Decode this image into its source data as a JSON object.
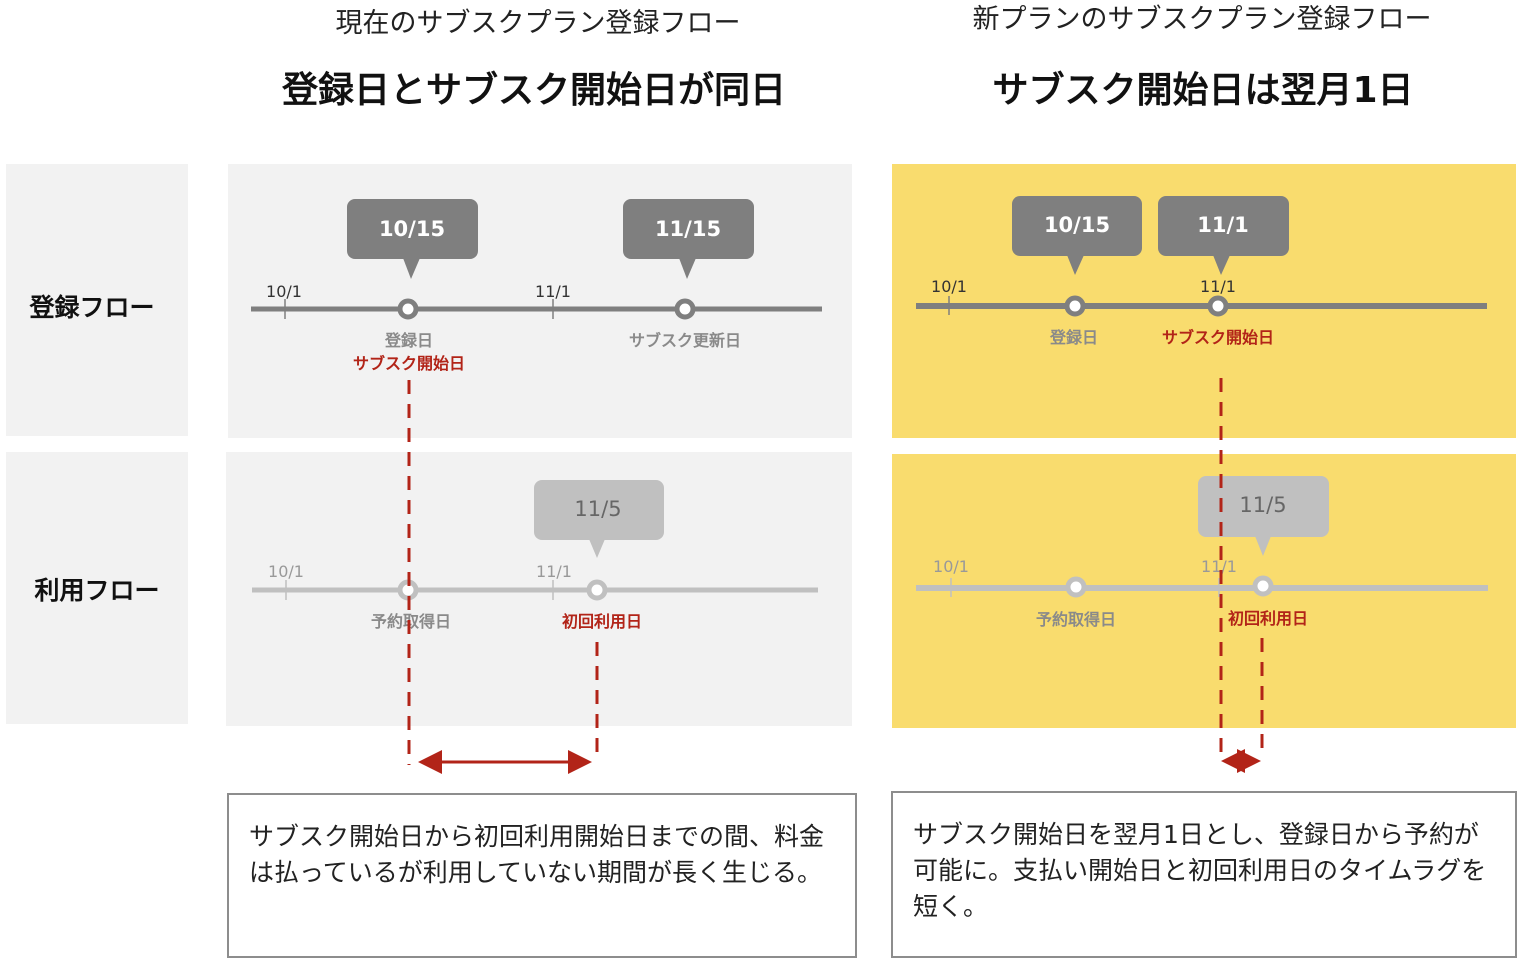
{
  "colors": {
    "panel_gray": "#f2f2f2",
    "panel_yellow": "#f9dc6e",
    "timeline_dark": "#7f7f7f",
    "timeline_light": "#c0c0c0",
    "accent_red": "#b22418"
  },
  "row_labels": {
    "registration": "登録フロー",
    "usage": "利用フロー"
  },
  "current": {
    "subtitle": "現在のサブスクプラン登録フロー",
    "headline": "登録日とサブスク開始日が同日",
    "registration": {
      "ticks": [
        "10/1",
        "11/1"
      ],
      "bubbles": [
        "10/15",
        "11/15"
      ],
      "events": [
        {
          "label": "登録日",
          "label2": "サブスク開始日"
        },
        {
          "label": "サブスク更新日"
        }
      ]
    },
    "usage": {
      "ticks": [
        "10/1",
        "11/1"
      ],
      "bubble": "11/5",
      "events": [
        {
          "label": "予約取得日"
        },
        {
          "label": "初回利用日"
        }
      ]
    },
    "note": "サブスク開始日から初回利用開始日までの間、料金は払っているが利用していない期間が長く生じる。"
  },
  "new": {
    "subtitle": "新プランのサブスクプラン登録フロー",
    "headline": "サブスク開始日は翌月1日",
    "registration": {
      "ticks": [
        "10/1",
        "11/1"
      ],
      "bubbles": [
        "10/15",
        "11/1"
      ],
      "events": [
        {
          "label": "登録日"
        },
        {
          "label": "サブスク開始日"
        }
      ]
    },
    "usage": {
      "ticks": [
        "10/1",
        "11/1"
      ],
      "bubble": "11/5",
      "events": [
        {
          "label": "予約取得日"
        },
        {
          "label": "初回利用日"
        }
      ]
    },
    "note": "サブスク開始日を翌月1日とし、登録日から予約が可能に。支払い開始日と初回利用日のタイムラグを短く。"
  }
}
